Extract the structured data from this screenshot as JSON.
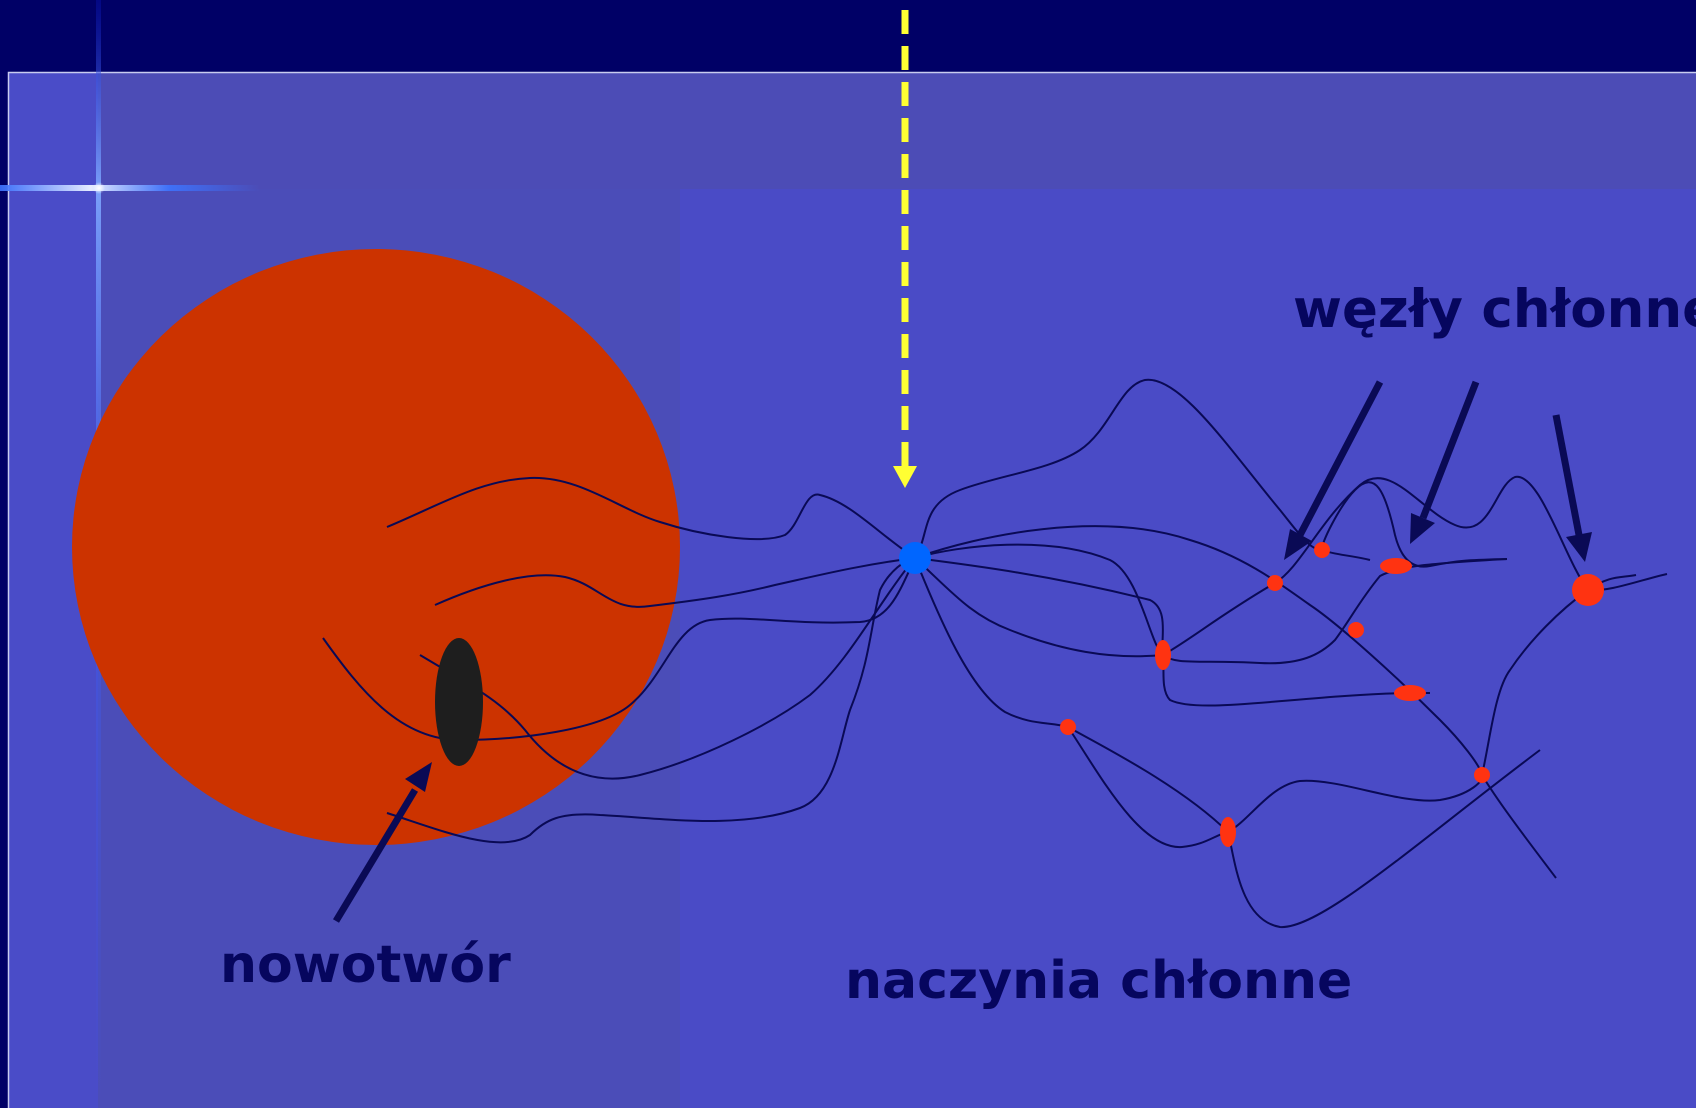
{
  "labels": {
    "tumor": "nowotwór",
    "lymph_vessels": "naczynia chłonne",
    "lymph_nodes": "węzły chłonne"
  },
  "icons": {
    "tracer_arrow": "dashed-down-arrow",
    "pointer_arrow": "solid-arrow"
  },
  "colors": {
    "header": "#000066",
    "background": "#4B4CC4",
    "organ": "#CC3300",
    "tumor": "#1E1E1E",
    "sentinel_node": "#0066FF",
    "lymph_node": "#FF3311",
    "vessel_line": "#0A0A55",
    "label_text": "#06065E",
    "tracer_arrow": "#FFFF33"
  }
}
